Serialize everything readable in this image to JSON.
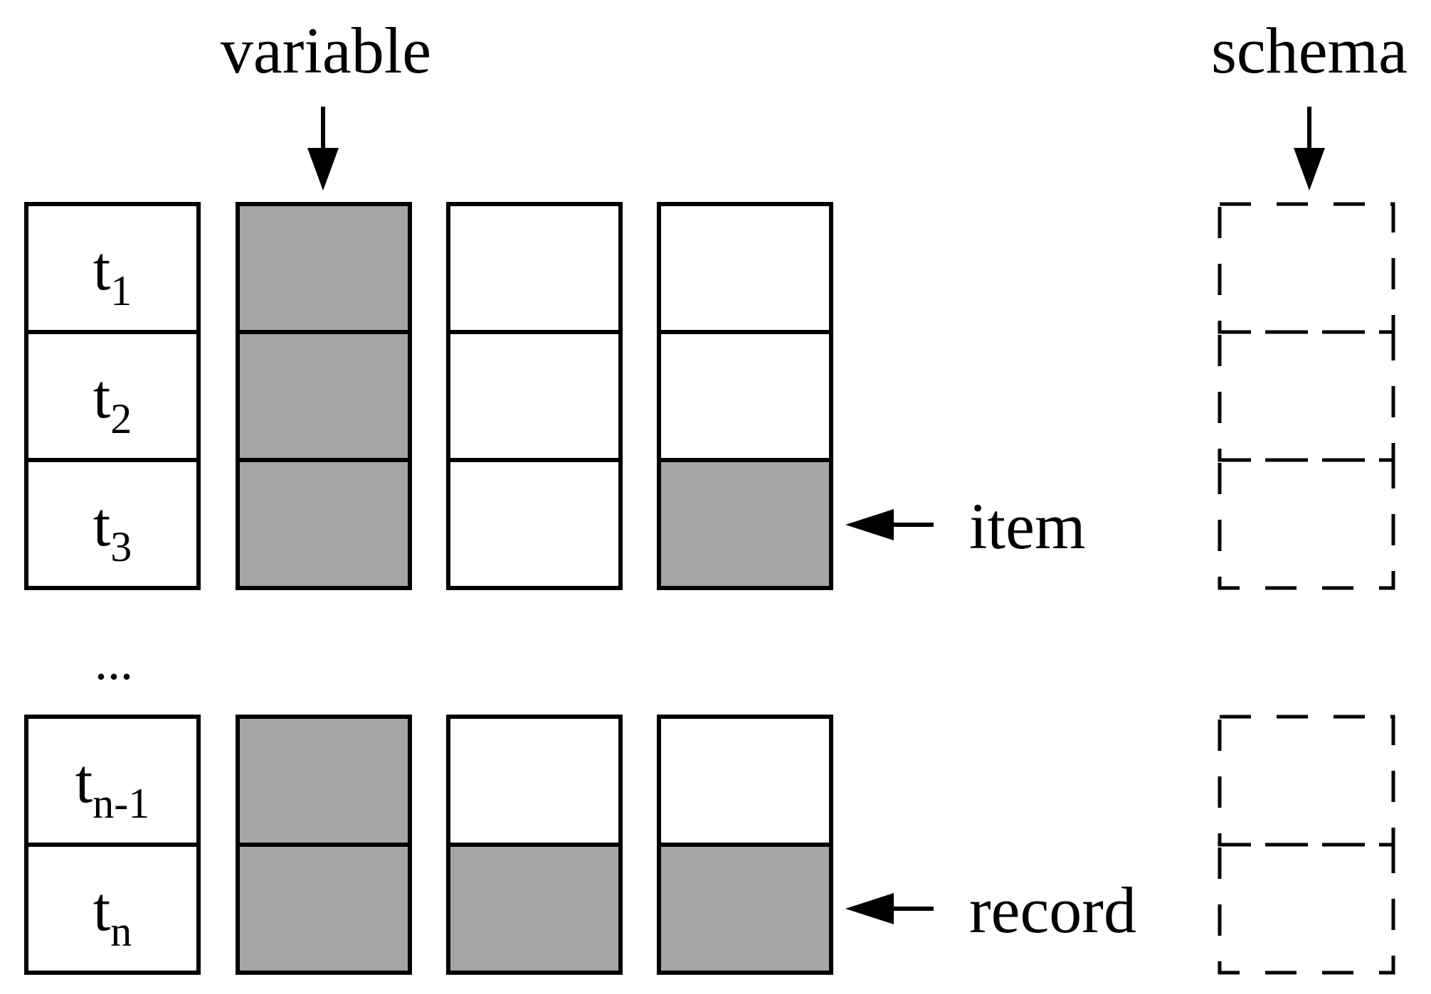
{
  "labels": {
    "variable": "variable",
    "schema": "schema",
    "item": "item",
    "record": "record",
    "ellipsis": "..."
  },
  "colors": {
    "shaded": "#a6a6a6",
    "empty": "#ffffff",
    "stroke": "#000000"
  },
  "groups": [
    {
      "rows": [
        {
          "t_main": "t",
          "t_sub": "1",
          "cells": [
            true,
            false,
            false
          ]
        },
        {
          "t_main": "t",
          "t_sub": "2",
          "cells": [
            true,
            false,
            false
          ]
        },
        {
          "t_main": "t",
          "t_sub": "3",
          "cells": [
            true,
            false,
            true
          ]
        }
      ]
    },
    {
      "rows": [
        {
          "t_main": "t",
          "t_sub": "n-1",
          "cells": [
            true,
            false,
            false
          ]
        },
        {
          "t_main": "t",
          "t_sub": "n",
          "cells": [
            true,
            true,
            true
          ]
        }
      ]
    }
  ]
}
